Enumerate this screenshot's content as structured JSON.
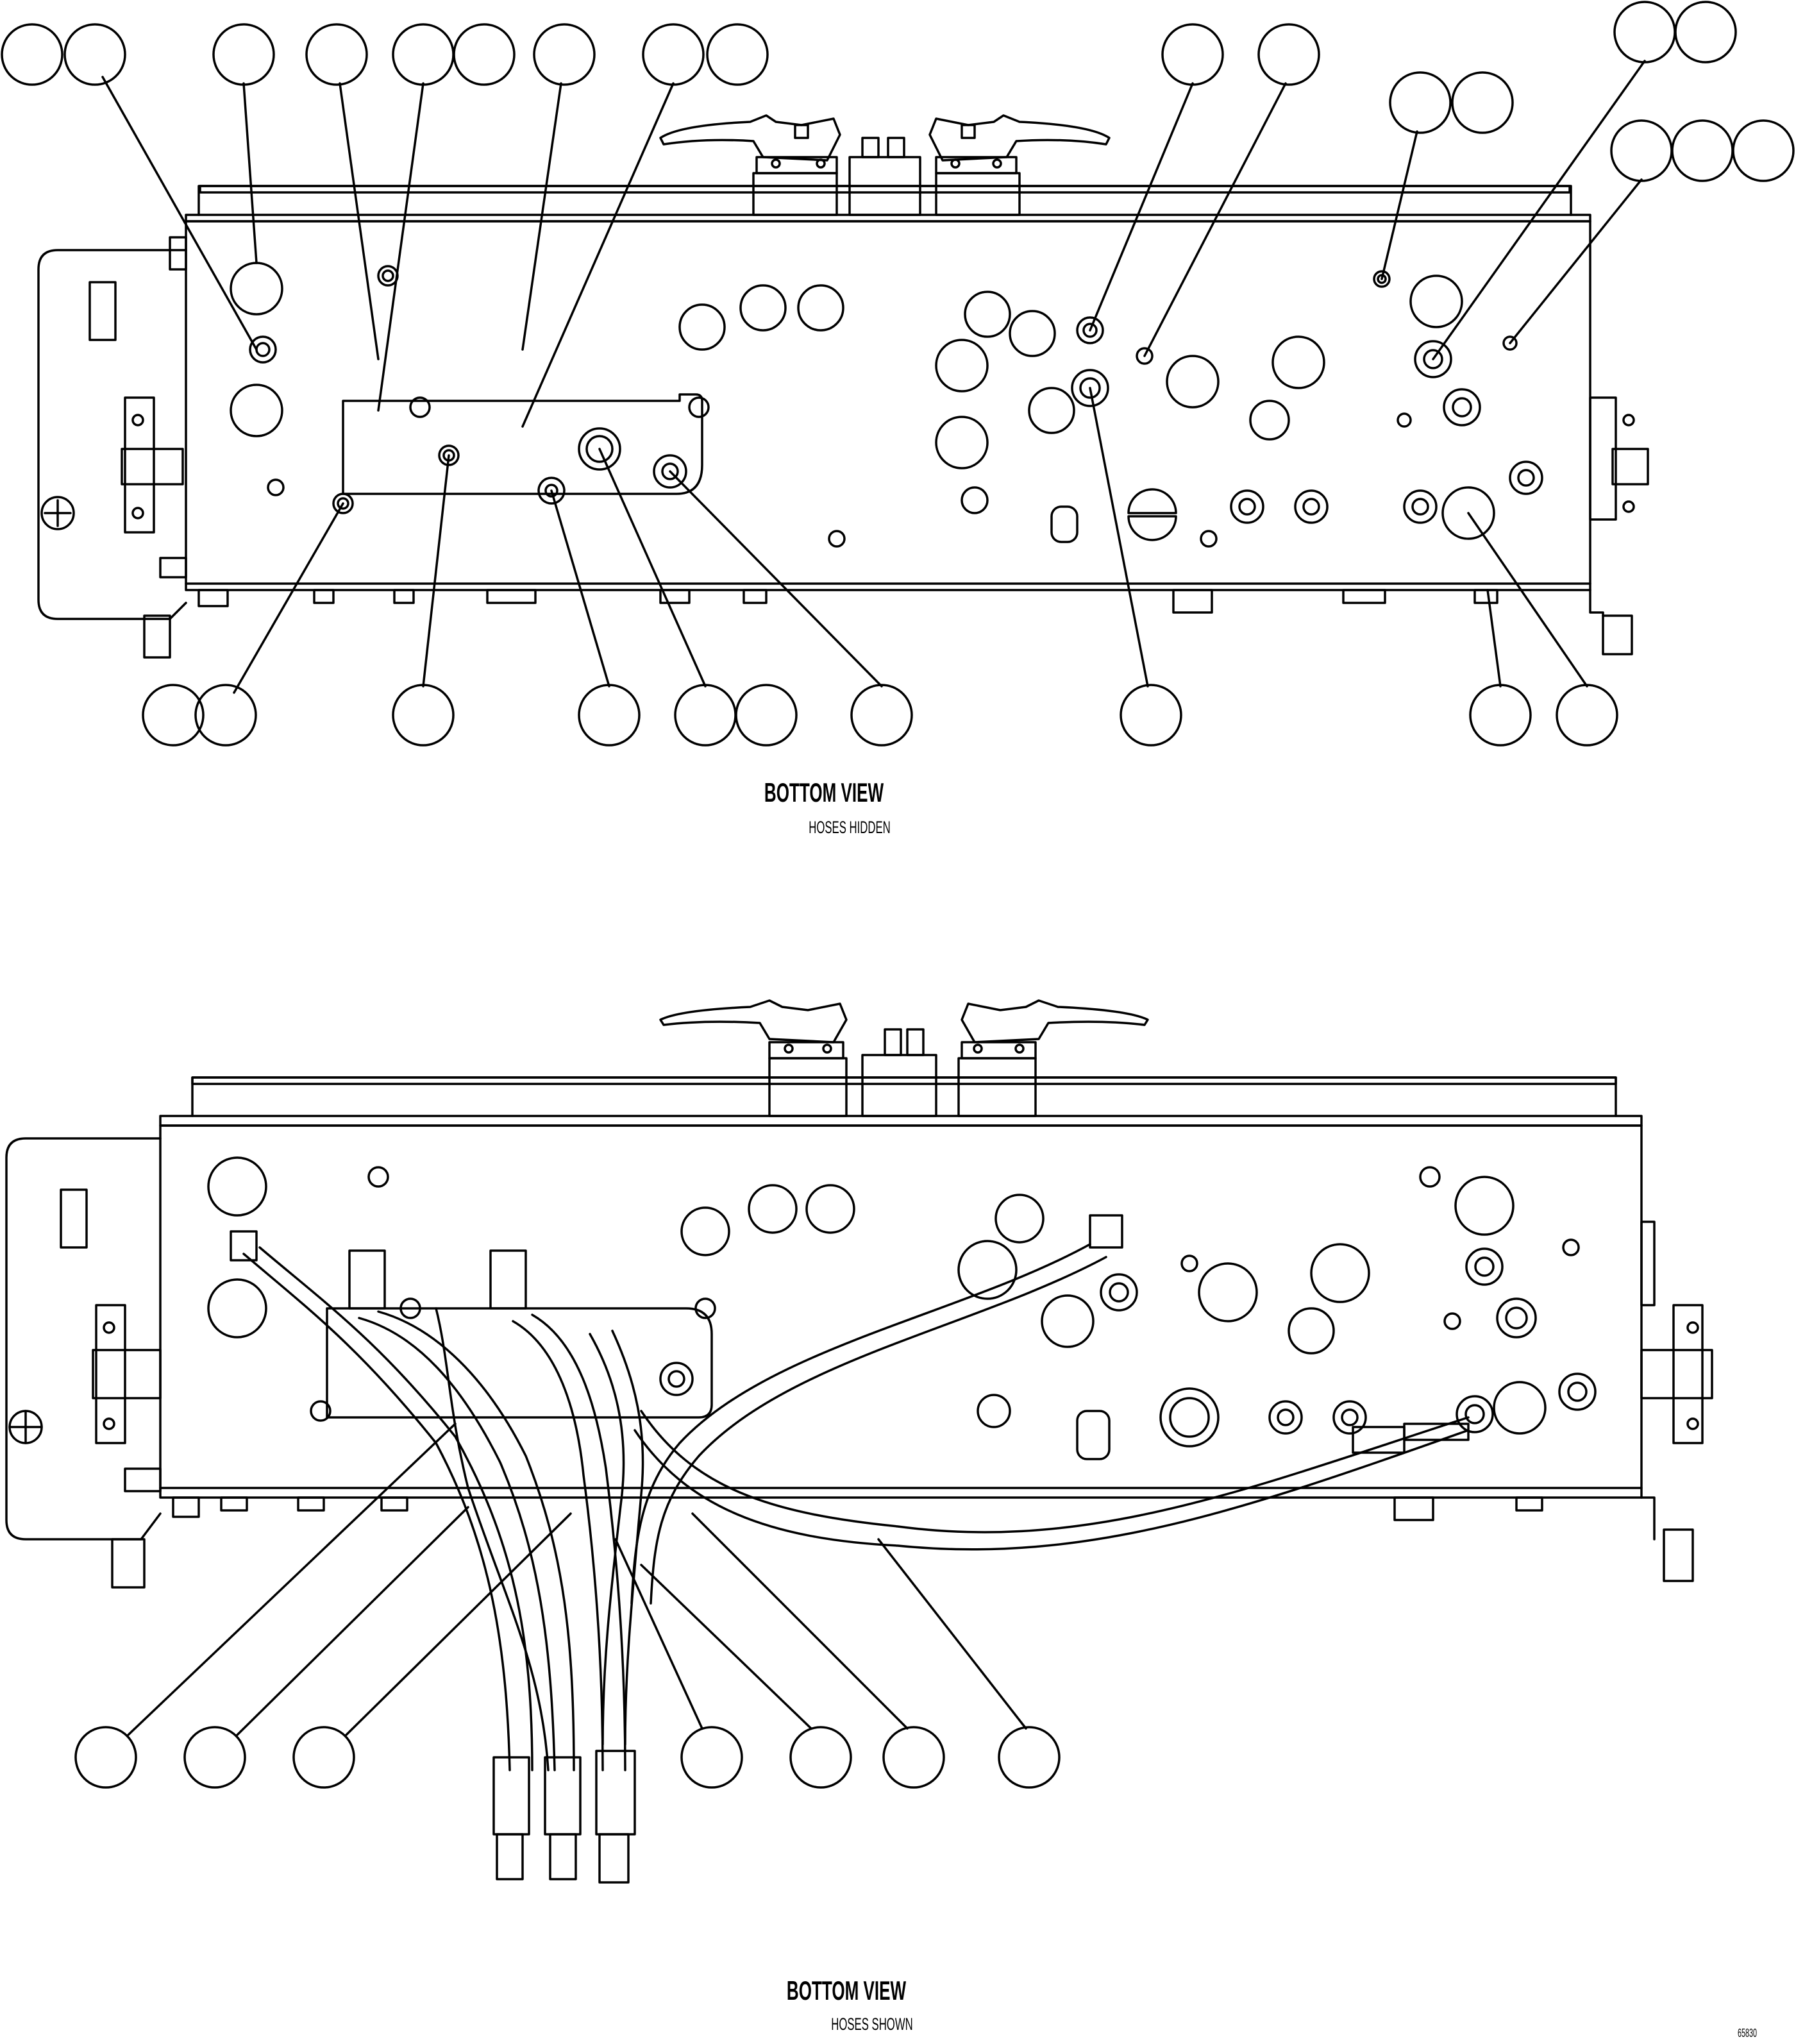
{
  "views": [
    {
      "id": "top",
      "title": "BOTTOM VIEW",
      "subtitle": "HOSES HIDDEN"
    },
    {
      "id": "bottom",
      "title": "BOTTOM VIEW",
      "subtitle": "HOSES SHOWN"
    }
  ],
  "drawing_number": "65830",
  "colors": {
    "line": "#000000",
    "background": "#ffffff"
  }
}
